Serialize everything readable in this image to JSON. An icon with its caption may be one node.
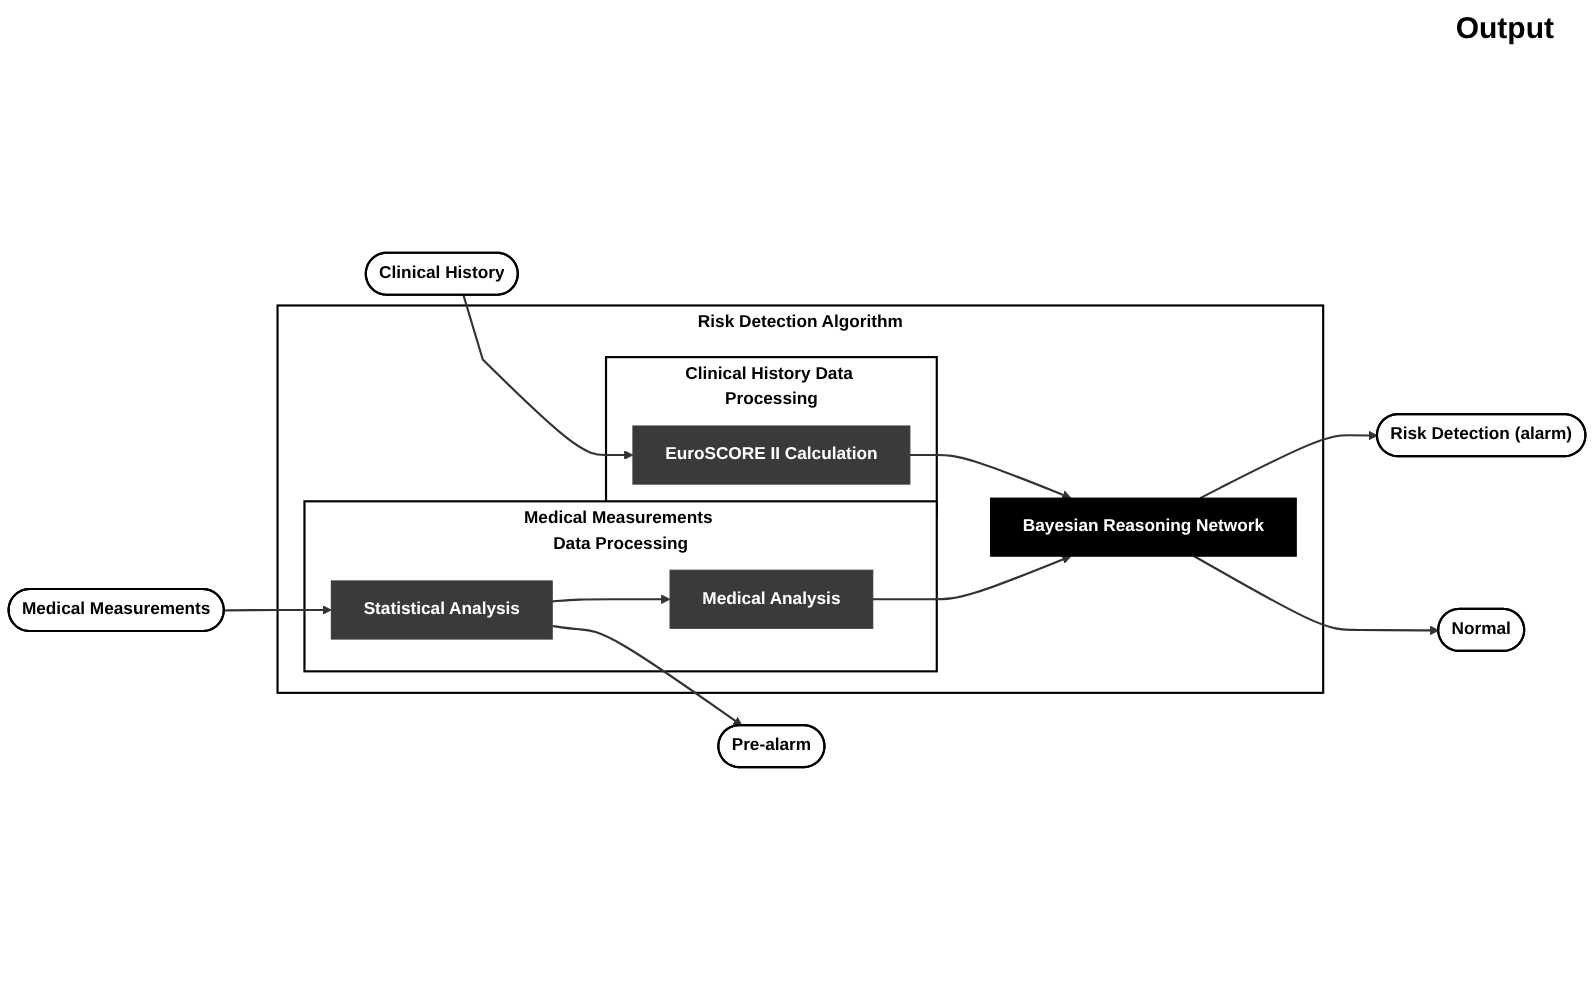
{
  "diagram": {
    "nodes": [
      {
        "text": [
          "Medical Measurements"
        ]
      },
      {
        "text": [
          "Risk Detection Algorithm"
        ]
      },
      {
        "text": [
          "Medical Measurements Data Processing"
        ],
        "in": 1
      },
      {
        "text": [
          "Statistical Analysis"
        ],
        "in": 2
      },
      {
        "text": [
          "Medical Analysis"
        ],
        "in": 2
      },
      {
        "text": [
          "Clinical History Data Processing"
        ],
        "in": 1
      },
      {
        "text": [
          "EuroSCORE II Calculation"
        ],
        "in": 5
      },
      {
        "text": [
          "Bayesian Reasoning Network"
        ],
        "in": 1
      },
      {
        "text": [
          "Clinical History"
        ]
      },
      {
        "text": [
          "Pre-alarm"
        ]
      },
      {
        "text": [
          "Risk Detection (alarm)"
        ]
      },
      {
        "text": [
          "Normal"
        ]
      }
    ],
    "edges": [
      {
        "from": 0,
        "to": 3,
        "arrow": "to"
      },
      {
        "from": 3,
        "to": 4,
        "arrow": "to"
      },
      {
        "from": 3,
        "to": 9,
        "arrow": "to"
      },
      {
        "from": 4,
        "to": 7,
        "arrow": "to"
      },
      {
        "from": 8,
        "to": 6,
        "arrow": "to"
      },
      {
        "from": 6,
        "to": 7,
        "arrow": "to"
      },
      {
        "from": 7,
        "to": 10,
        "arrow": "to"
      },
      {
        "from": 7,
        "to": 11,
        "arrow": "to"
      }
    ],
    "labels": [
      "Output"
    ]
  }
}
